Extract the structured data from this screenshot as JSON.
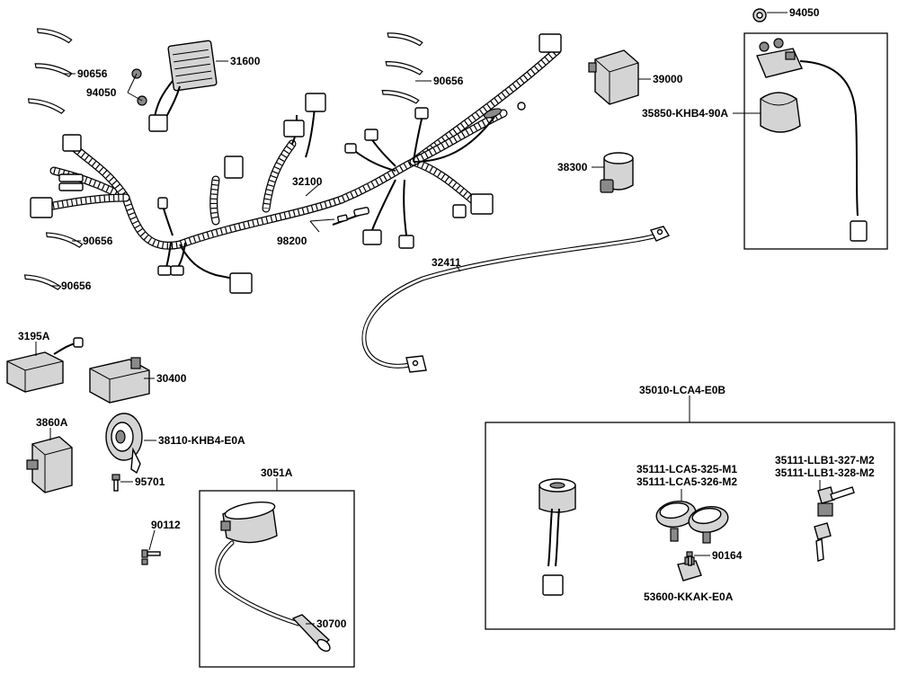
{
  "diagram": {
    "callouts": {
      "p94050_top": "94050",
      "p90656_a": "90656",
      "p94050_left": "94050",
      "p31600": "31600",
      "p90656_b": "90656",
      "p39000": "39000",
      "p35850": "35850-KHB4-90A",
      "p38300": "38300",
      "p32100": "32100",
      "p98200": "98200",
      "p90656_c": "90656",
      "p90656_d": "90656",
      "p32411": "32411",
      "p3195A": "3195A",
      "p30400": "30400",
      "p35010": "35010-LCA4-E0B",
      "p3860A": "3860A",
      "p38110": "38110-KHB4-E0A",
      "p95701": "95701",
      "p3051A": "3051A",
      "p35111_m1": "35111-LCA5-325-M1",
      "p35111_m2a": "35111-LCA5-326-M2",
      "p35111_llb327": "35111-LLB1-327-M2",
      "p35111_llb328": "35111-LLB1-328-M2",
      "p90112": "90112",
      "p90164": "90164",
      "p53600": "53600-KKAK-E0A",
      "p30700": "30700"
    }
  }
}
